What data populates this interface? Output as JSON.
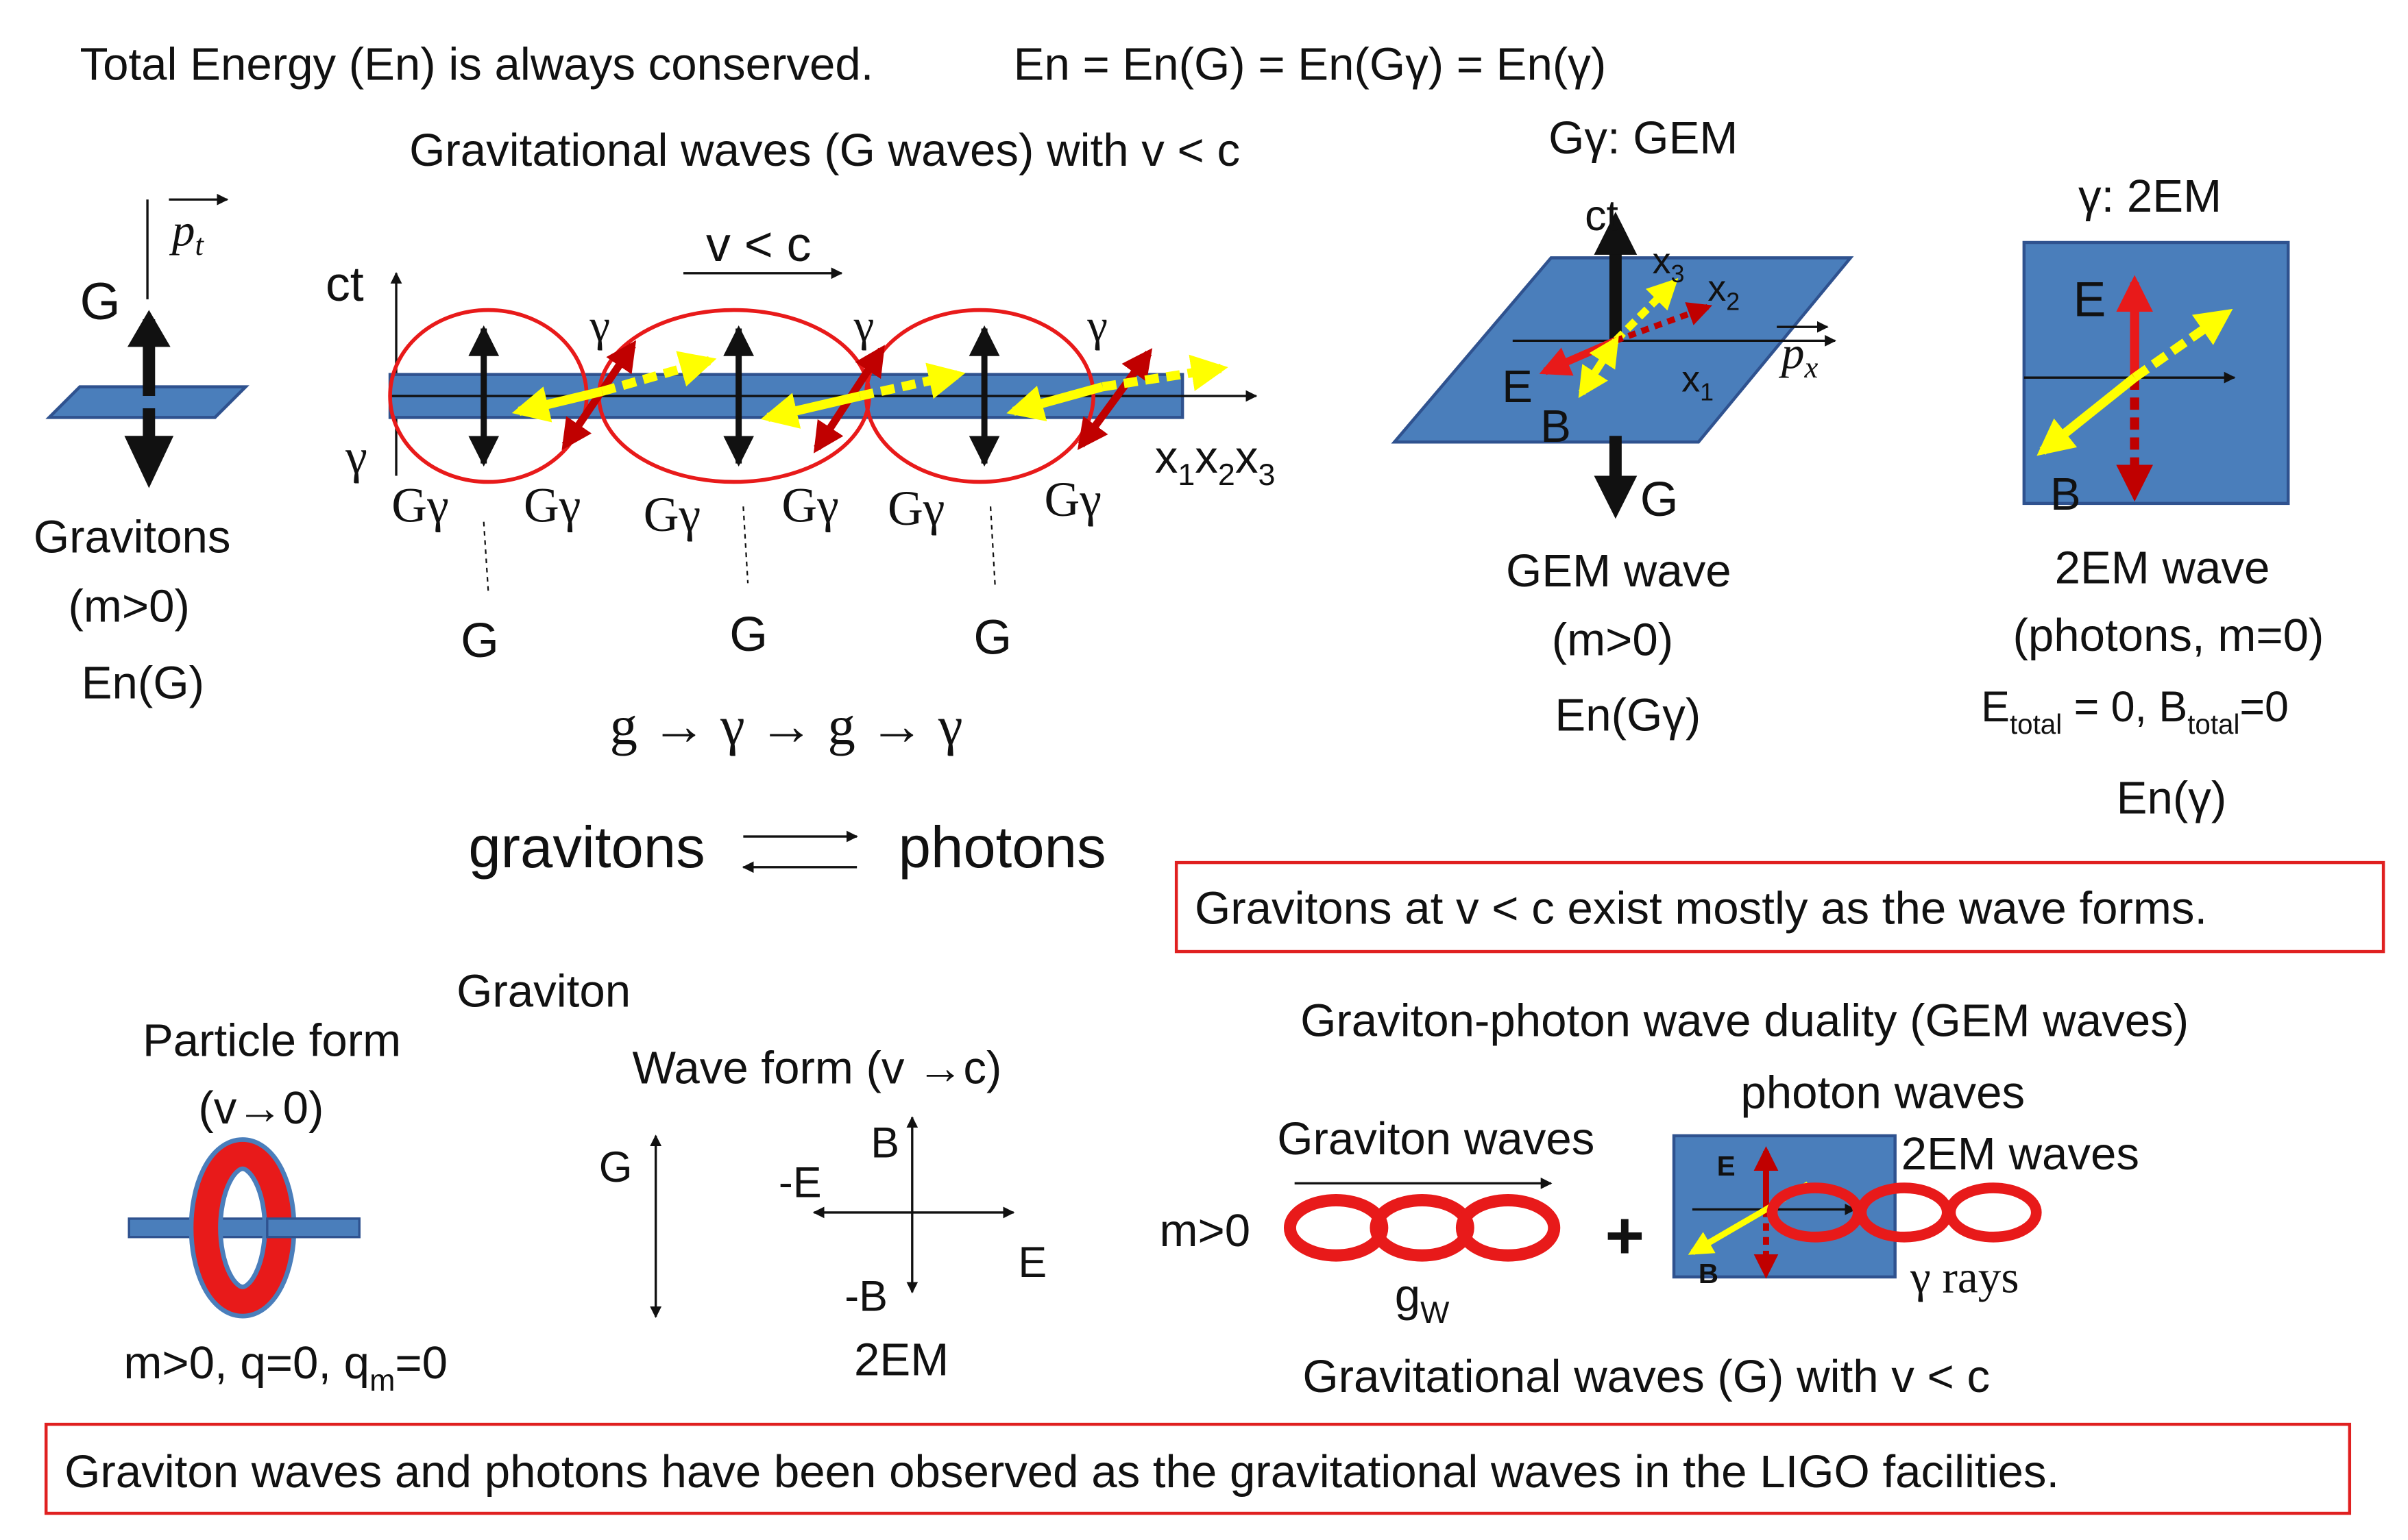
{
  "header": {
    "conservation_text": "Total Energy (En) is always conserved.",
    "conservation_eq": "En = En(G) = En(Gγ) = En(γ)"
  },
  "left_panel": {
    "momentum_label": "p",
    "momentum_sub": "t",
    "g_label": "G",
    "caption_1": "Gravitons",
    "caption_2": "(m>0)",
    "caption_3": "En(G)"
  },
  "wave_panel": {
    "title": "Gravitational waves (G waves) with v < c",
    "velocity_label": "v < c",
    "ct_label": "ct",
    "gamma_left_label": "γ",
    "gamma_labels": [
      "γ",
      "γ",
      "γ"
    ],
    "ggamma_labels": [
      "Gγ",
      "Gγ",
      "Gγ",
      "Gγ",
      "Gγ",
      "Gγ"
    ],
    "g_labels": [
      "G",
      "G",
      "G"
    ],
    "x_axis_label": "x",
    "x_axis_subs": [
      "1",
      "2",
      "3"
    ],
    "sequence": "g → γ → g → γ",
    "gravitons_word": "gravitons",
    "photons_word": "photons"
  },
  "gem_panel": {
    "title": "Gγ: GEM",
    "ct_label": "ct",
    "x3_label": "x",
    "x3_sub": "3",
    "x2_label": "x",
    "x2_sub": "2",
    "x1_label": "x",
    "x1_sub": "1",
    "px_label": "p",
    "px_sub": "x",
    "e_label": "E",
    "b_label": "B",
    "g_label": "G",
    "caption_1": "GEM wave",
    "caption_2": "(m>0)",
    "caption_3": "En(Gγ)"
  },
  "em_panel": {
    "title": "γ: 2EM",
    "e_label": "E",
    "b_label": "B",
    "caption_1": "2EM wave",
    "caption_2": "(photons, m=0)",
    "e_total": "E",
    "e_total_sub": "total",
    "e_total_val": " = 0, ",
    "b_total": "B",
    "b_total_sub": "total",
    "b_total_val": "=0",
    "caption_4": "En(γ)"
  },
  "note_box_1": "Gravitons at v < c exist mostly as the wave forms.",
  "graviton_section": {
    "title": "Graviton",
    "particle_title_1": "Particle form",
    "particle_title_2": "(v→0)",
    "particle_caption": "m>0, q=0, q",
    "particle_caption_sub": "m",
    "particle_caption_end": "=0",
    "wave_title": "Wave form (v →c)",
    "g_label": "G",
    "b_label": "B",
    "neg_e_label": "-E",
    "e_label": "E",
    "neg_b_label": "-B",
    "em_label": "2EM"
  },
  "duality_section": {
    "title": "Graviton-photon wave duality (GEM waves)",
    "photon_waves": "photon waves",
    "graviton_waves": "Graviton waves",
    "em_waves": "2EM waves",
    "mass_label": "m>0",
    "plus": "+",
    "gw_label": "g",
    "gw_sub": "W",
    "gamma_rays": "γ rays",
    "small_e": "E",
    "small_b": "B",
    "bottom_caption": "Gravitational waves (G) with v < c"
  },
  "note_box_2": "Graviton waves and photons have been observed as the gravitational waves in the LIGO facilities.",
  "colors": {
    "panel_blue": "#4a7ebb",
    "panel_stroke": "#2f528f",
    "red": "#e81a1a",
    "dark_red": "#c00000",
    "yellow": "#ffff00",
    "box_red": "#e02020"
  }
}
